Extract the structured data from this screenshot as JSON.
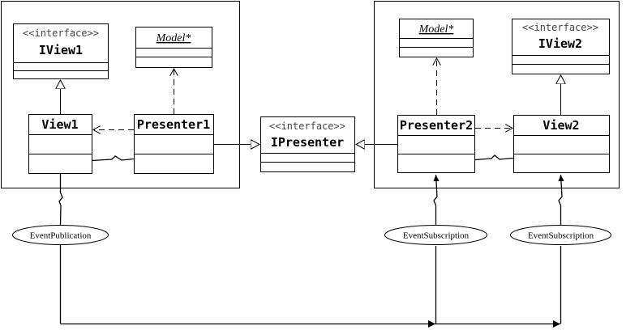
{
  "stereotype": "<<interface>>",
  "left_group": {
    "iview1": {
      "stereotype": "<<interface>>",
      "name": "IView1"
    },
    "model": {
      "name": "Model*"
    },
    "view1": {
      "name": "View1"
    },
    "presenter1": {
      "name": "Presenter1"
    }
  },
  "ipresenter": {
    "stereotype": "<<interface>>",
    "name": "IPresenter"
  },
  "right_group": {
    "model": {
      "name": "Model*"
    },
    "iview2": {
      "stereotype": "<<interface>>",
      "name": "IView2"
    },
    "presenter2": {
      "name": "Presenter2"
    },
    "view2": {
      "name": "View2"
    }
  },
  "events": {
    "publication": "EventPublication",
    "subscription_1": "EventSubscription",
    "subscription_2": "EventSubscription"
  }
}
